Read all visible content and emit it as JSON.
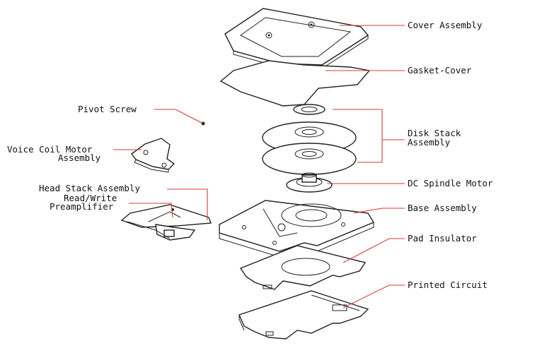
{
  "labels": {
    "cover_assembly": "Cover Assembly",
    "gasket_cover": "Gasket-Cover",
    "pivot_screw": "Pivot Screw",
    "disk_stack_assembly_line1": "Disk Stack",
    "disk_stack_assembly_line2": "Assembly",
    "voice_coil_motor_line1": "Voice Coil Motor",
    "voice_coil_motor_line2": "Assembly",
    "dc_spindle_motor": "DC Spindle Motor",
    "head_stack_assembly": "Head Stack Assembly",
    "read_write_line1": "Read/Write",
    "read_write_line2": "Preamplifier",
    "base_assembly": "Base Assembly",
    "pad_insulator": "Pad Insulator",
    "printed_circuit": "Printed Circuit"
  },
  "colors": {
    "leader_line": "#d63a3a",
    "outline": "#222222",
    "text": "#111111",
    "background": "#ffffff"
  }
}
